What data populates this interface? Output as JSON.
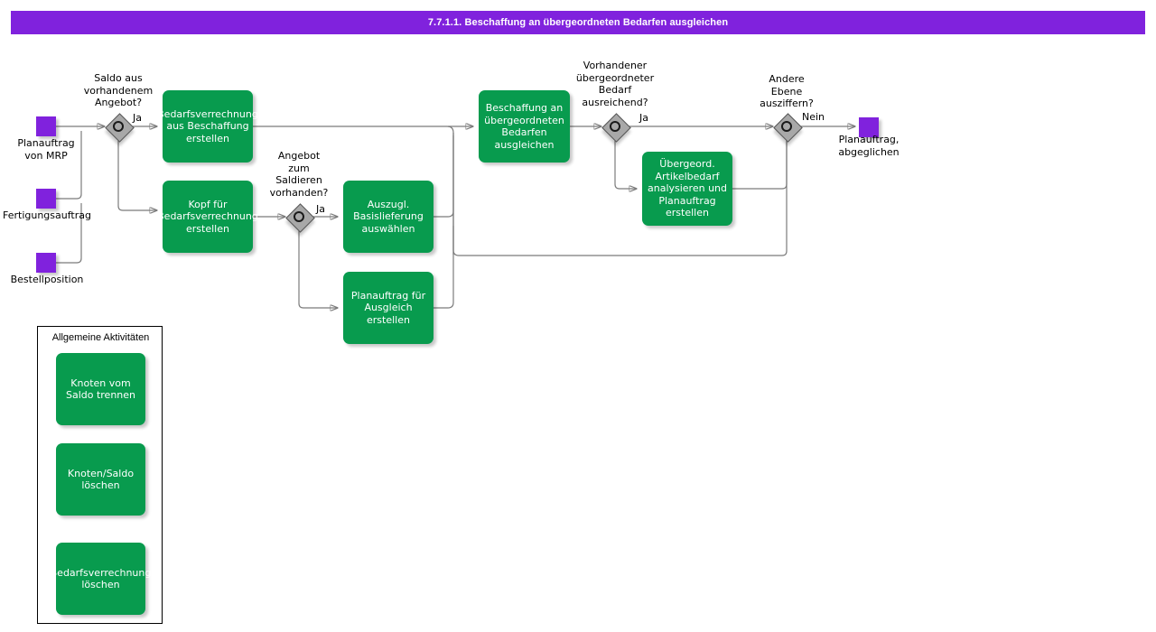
{
  "diagram": {
    "title": "7.7.1.1. Beschaffung an übergeordneten Bedarfen ausgleichen",
    "colors": {
      "title_bar": "#8022dd",
      "event": "#8022dd",
      "task": "#089b4e",
      "gateway": "#a8a8a8",
      "connector": "#7b7b7b",
      "text_on_task": "#ffffff",
      "text": "#000000",
      "background": "#ffffff"
    },
    "start_events": [
      {
        "name": "planauftrag-von-mrp",
        "label": "Planauftrag\nvon MRP",
        "line1": "Planauftrag",
        "line2": "von MRP"
      },
      {
        "name": "fertigungsauftrag",
        "label": "Fertigungsauftrag",
        "line1": "Fertigungsauftrag",
        "line2": ""
      },
      {
        "name": "bestellposition",
        "label": "Bestellposition",
        "line1": "Bestellposition",
        "line2": ""
      }
    ],
    "end_events": [
      {
        "name": "planauftrag-abgeglichen",
        "line1": "Planauftrag,",
        "line2": "abgeglichen"
      }
    ],
    "gateways": [
      {
        "name": "saldo-aus-vorhandenem-angebot",
        "lines": [
          "Saldo aus",
          "vorhandenem",
          "Angebot?"
        ],
        "branch_label": "Ja"
      },
      {
        "name": "angebot-zum-saldieren-vorhanden",
        "lines": [
          "Angebot",
          "zum",
          "Saldieren",
          "vorhanden?"
        ],
        "branch_label": "Ja"
      },
      {
        "name": "vorhandener-uebergeordneter-bedarf-ausreichend",
        "lines": [
          "Vorhandener",
          "übergeordneter",
          "Bedarf",
          "ausreichend?"
        ],
        "branch_label": "Ja"
      },
      {
        "name": "andere-ebene-ausziffern",
        "lines": [
          "Andere",
          "Ebene",
          "ausziffern?"
        ],
        "branch_label": "Nein"
      }
    ],
    "tasks": [
      {
        "name": "bedarfsverrechnung-aus-beschaffung-erstellen",
        "lines": [
          "Bedarfsverrechnung",
          "aus Beschaffung",
          "erstellen"
        ]
      },
      {
        "name": "kopf-fuer-bedarfsverrechnung-erstellen",
        "lines": [
          "Kopf für",
          "Bedarfsverrechnung",
          "erstellen"
        ]
      },
      {
        "name": "auszugl-basislieferung-auswaehlen",
        "lines": [
          "Auszugl.",
          "Basislieferung",
          "auswählen"
        ]
      },
      {
        "name": "planauftrag-fuer-ausgleich-erstellen",
        "lines": [
          "Planauftrag für",
          "Ausgleich",
          "erstellen"
        ]
      },
      {
        "name": "beschaffung-an-uebergeordneten-bedarfen-ausgleichen",
        "lines": [
          "Beschaffung an",
          "übergeordneten",
          "Bedarfen",
          "ausgleichen"
        ]
      },
      {
        "name": "uebergeord-artikelbedarf-analysieren-und-planauftrag-erstellen",
        "lines": [
          "Übergeord.",
          "Artikelbedarf",
          "analysieren und",
          "Planauftrag",
          "erstellen"
        ]
      }
    ],
    "legend": {
      "title": "Allgemeine Aktivitäten",
      "items": [
        {
          "name": "knoten-vom-saldo-trennen",
          "lines": [
            "Knoten vom",
            "Saldo trennen"
          ]
        },
        {
          "name": "knoten-saldo-loeschen",
          "lines": [
            "Knoten/Saldo",
            "löschen"
          ]
        },
        {
          "name": "bedarfsverrechnung-loeschen",
          "lines": [
            "Bedarfsverrechnung",
            "löschen"
          ]
        }
      ]
    }
  }
}
